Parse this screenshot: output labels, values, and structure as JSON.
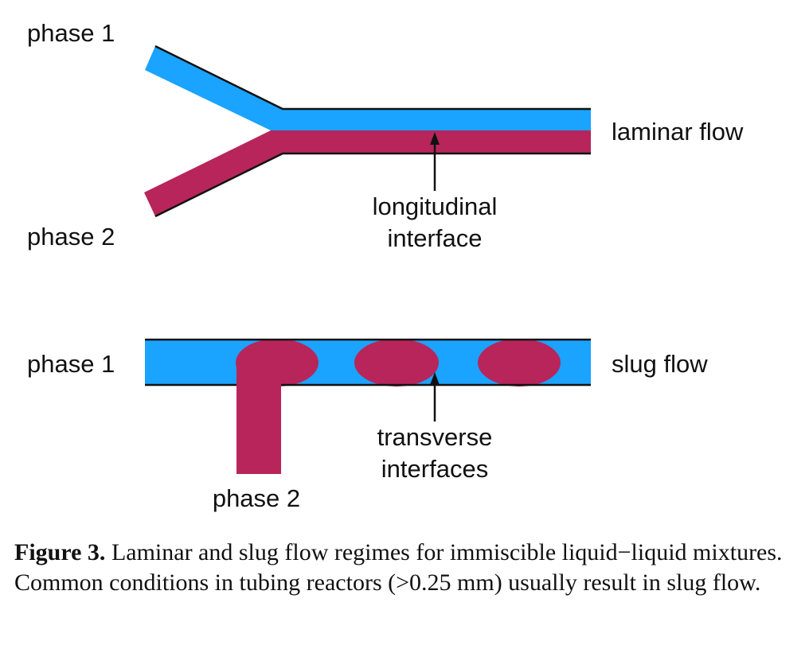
{
  "labels": {
    "top_phase1": "phase 1",
    "top_phase2": "phase 2",
    "laminar": "laminar flow",
    "longitudinal_1": "longitudinal",
    "longitudinal_2": "interface",
    "bottom_phase1": "phase 1",
    "bottom_phase2": "phase 2",
    "slug": "slug flow",
    "transverse_1": "transverse",
    "transverse_2": "interfaces"
  },
  "colors": {
    "phase1": "#1aa3ff",
    "phase2": "#b8255a",
    "outline": "#111111"
  },
  "caption": {
    "label": "Figure 3.",
    "text": " Laminar and slug flow regimes for immiscible liquid−liquid mixtures. Common conditions in tubing reactors (>0.25 mm) usually result in slug flow."
  }
}
